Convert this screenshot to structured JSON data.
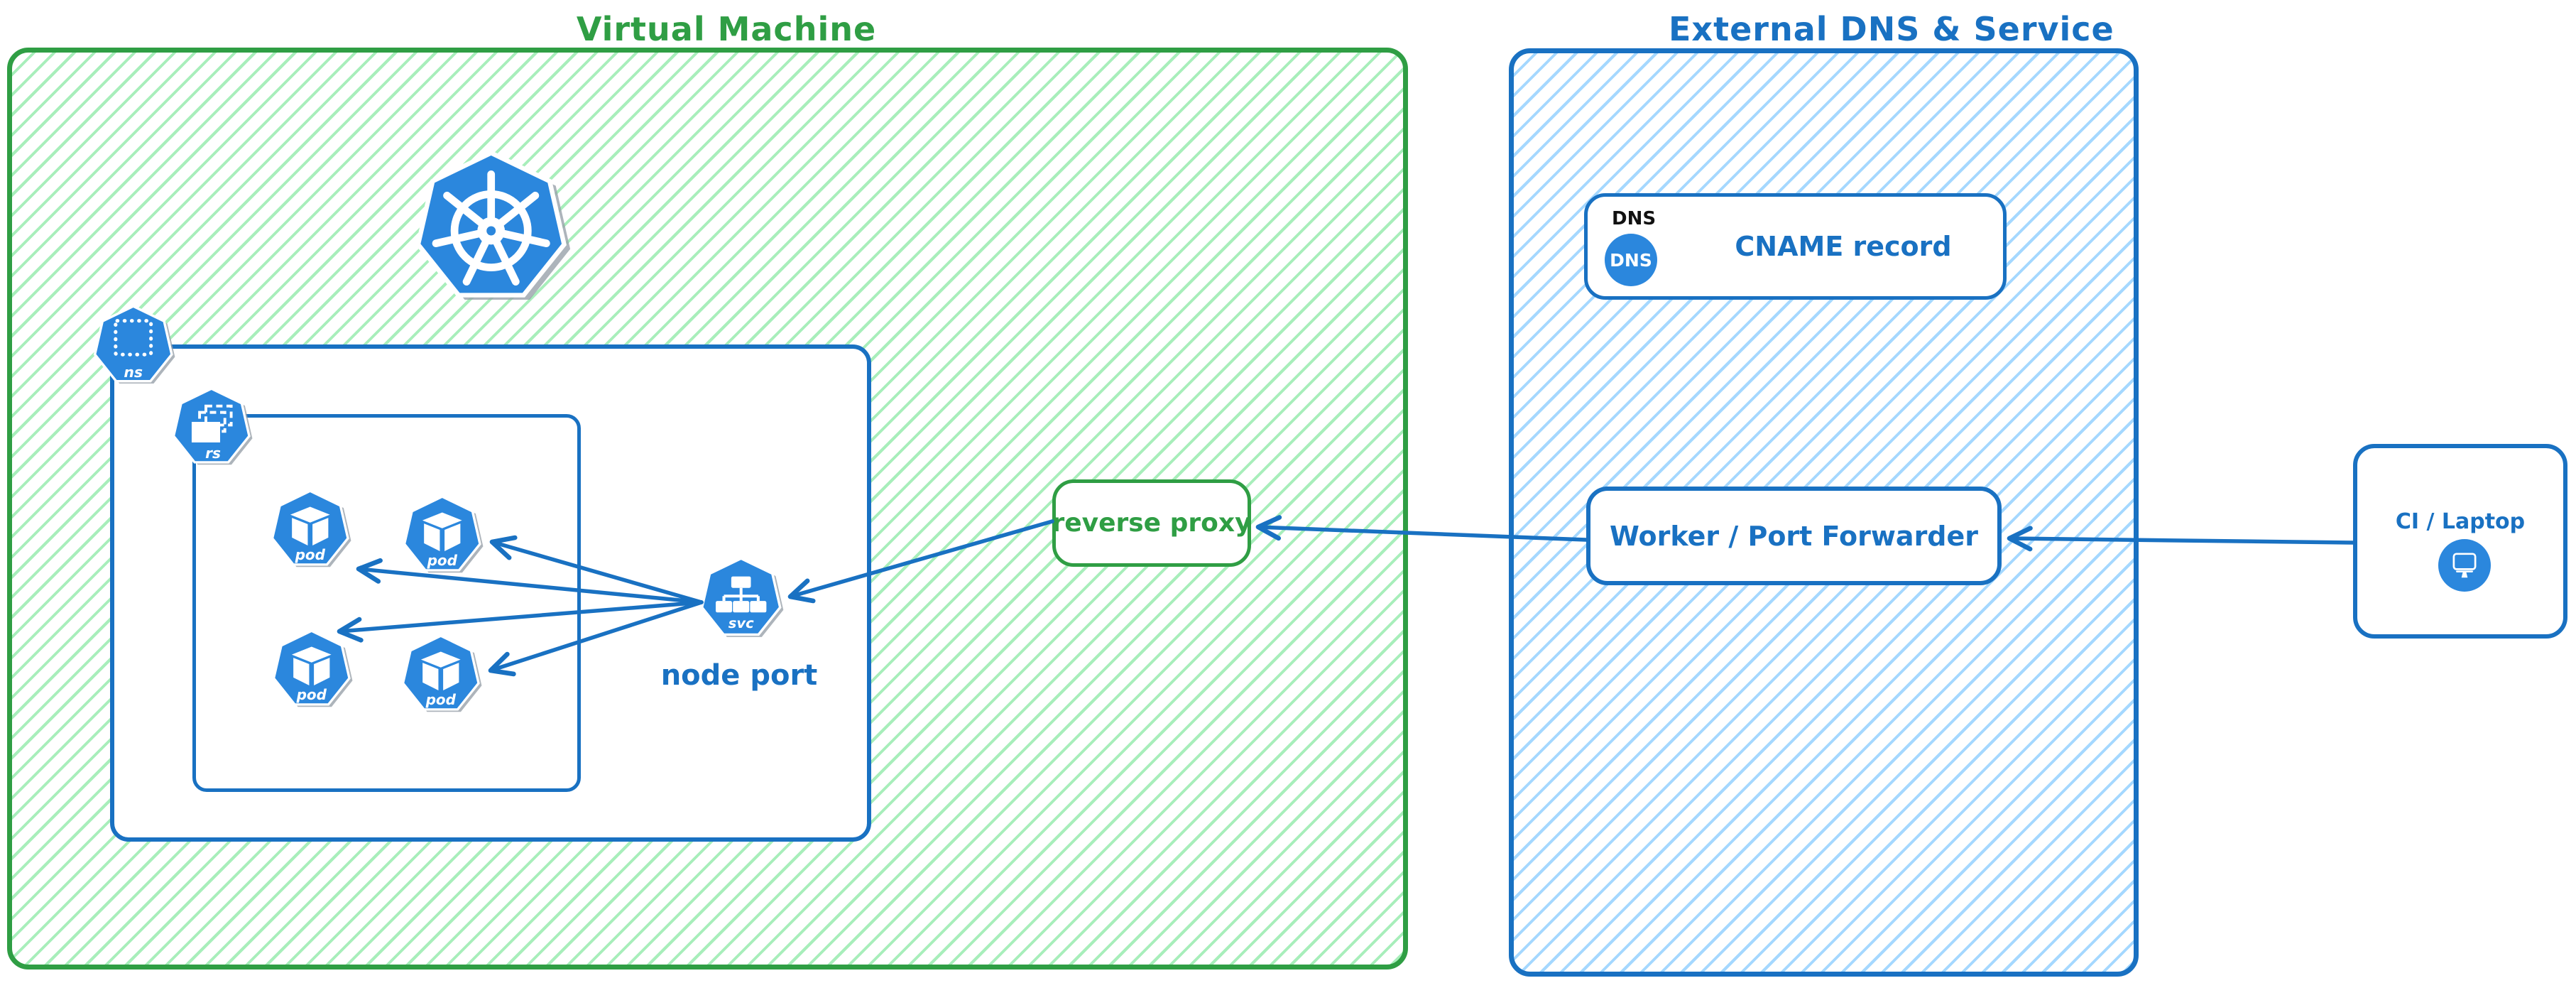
{
  "vm": {
    "title": "Virtual Machine",
    "node_port_label": "node port",
    "reverse_proxy_label": "reverse proxy",
    "icon_labels": {
      "ns": "ns",
      "rs": "rs",
      "pod": "pod",
      "svc": "svc"
    }
  },
  "external": {
    "title": "External DNS & Service",
    "dns_tag": "DNS",
    "dns_icon_label": "DNS",
    "cname_label": "CNAME record",
    "worker_label": "Worker / Port Forwarder"
  },
  "ci": {
    "label": "CI / Laptop"
  },
  "icons": {
    "kubernetes-logo": "heptagon with ship wheel",
    "namespace-icon": "heptagon with dotted square (ns)",
    "replicaset-icon": "heptagon with stacked rectangles (rs)",
    "pod-icon": "heptagon with cube (pod)",
    "service-icon": "heptagon with node tree (svc)",
    "dns-icon": "blue circle with DNS",
    "laptop-icon": "blue circle with monitor"
  },
  "colors": {
    "green": "#2f9e44",
    "green_hatch": "#a8eebb",
    "blue": "#1971c2",
    "blue_hatch": "#a5d8ff",
    "icon_blue": "#2b87dd",
    "ink": "#111111"
  },
  "flow": {
    "edges": [
      {
        "from": "ci-laptop",
        "to": "worker-port-forwarder"
      },
      {
        "from": "worker-port-forwarder",
        "to": "reverse-proxy"
      },
      {
        "from": "reverse-proxy",
        "to": "service-node-port"
      },
      {
        "from": "service-node-port",
        "to": "pod-1"
      },
      {
        "from": "service-node-port",
        "to": "pod-2"
      },
      {
        "from": "service-node-port",
        "to": "pod-3"
      },
      {
        "from": "service-node-port",
        "to": "pod-4"
      }
    ]
  }
}
